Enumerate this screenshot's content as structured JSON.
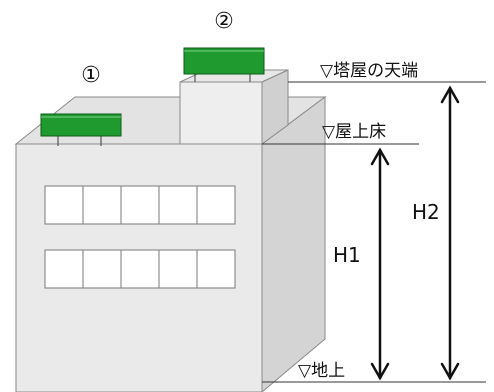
{
  "markers": {
    "unit_1": "①",
    "unit_2": "②"
  },
  "levels": {
    "tower_top": "▽塔屋の天端",
    "roof_floor": "▽屋上床",
    "ground": "▽地上"
  },
  "dimensions": {
    "h1": "H1",
    "h2": "H2"
  },
  "colors": {
    "wall_front": "#eaeaea",
    "wall_side": "#d4d4d4",
    "roof": "#e3e3e3",
    "equipment": "#1e9a2e",
    "window": "#ffffff",
    "line": "#222222"
  }
}
